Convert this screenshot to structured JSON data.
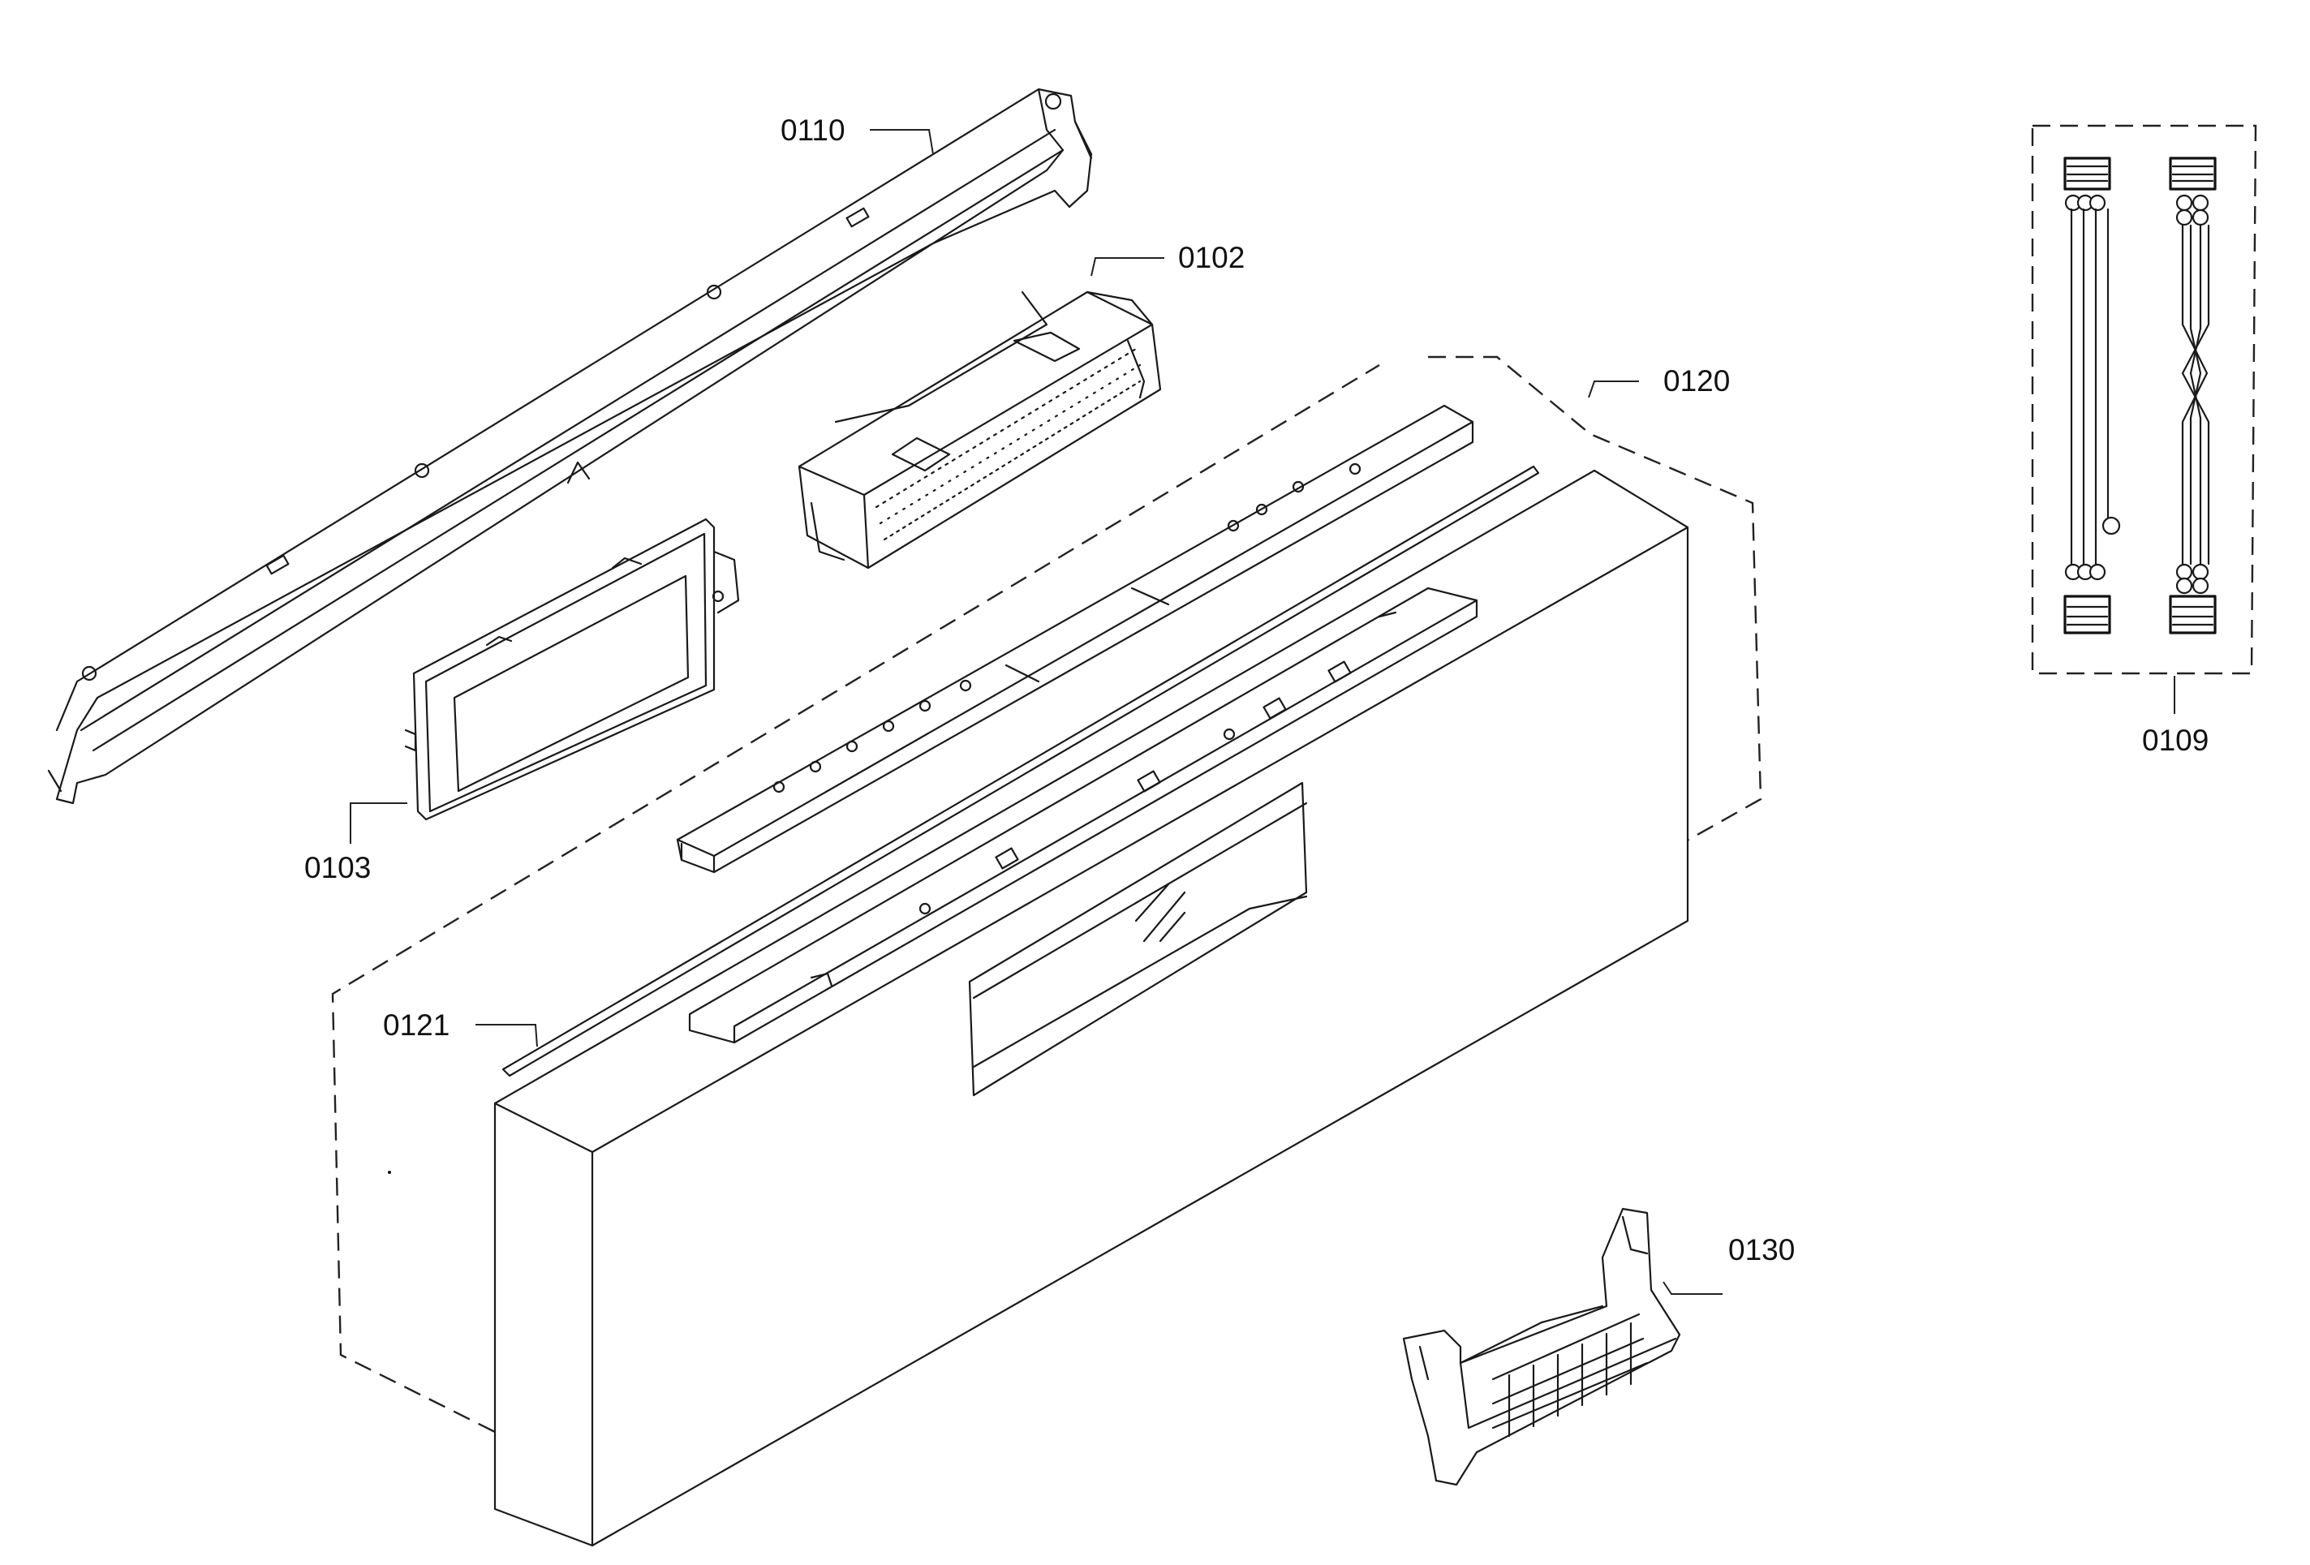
{
  "diagram": {
    "parts": [
      {
        "id": "0110"
      },
      {
        "id": "0102"
      },
      {
        "id": "0120"
      },
      {
        "id": "0103"
      },
      {
        "id": "0121"
      },
      {
        "id": "0130"
      },
      {
        "id": "0109"
      }
    ]
  }
}
